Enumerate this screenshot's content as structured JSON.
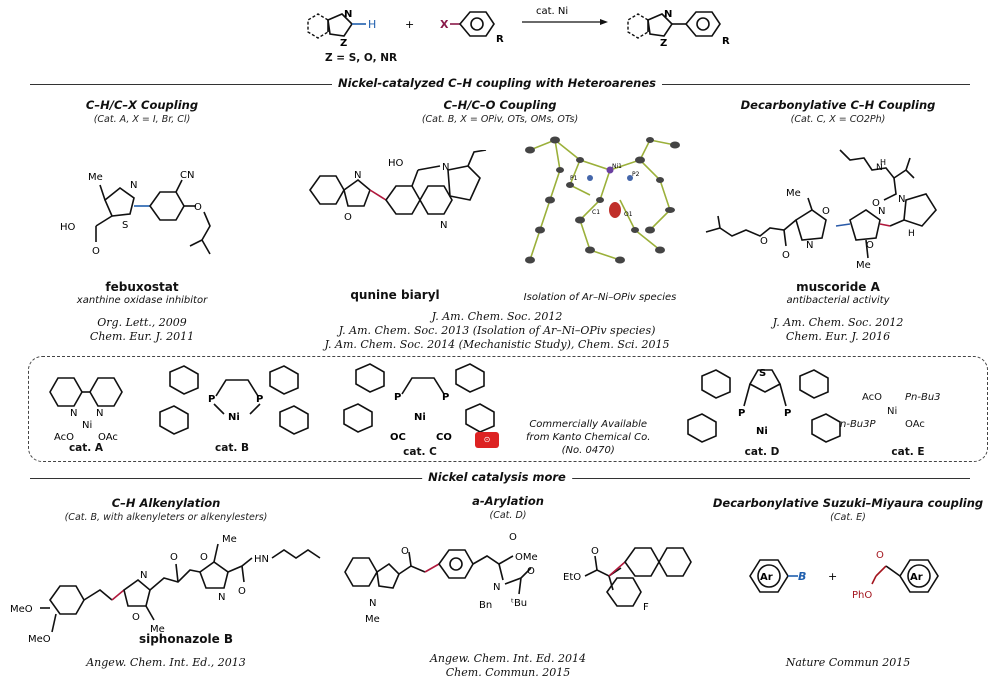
{
  "scheme": {
    "reagent_h": "H",
    "reagent_x": "X",
    "r_group": "R",
    "z_def": "Z = S, O, NR",
    "catalyst": "cat. Ni",
    "plus": "+"
  },
  "section1": {
    "title": "Nickel-catalyzed C–H coupling with Heteroarenes",
    "col1": {
      "heading": "C–H/C–X Coupling",
      "sub": "(Cat. A, X = I, Br, Cl)",
      "name": "febuxostat",
      "desc": "xanthine oxidase inhibitor",
      "ref1": "Org. Lett., 2009",
      "ref2": "Chem. Eur. J. 2011"
    },
    "col2": {
      "heading": "C–H/C–O Coupling",
      "sub": "(Cat. B, X = OPiv, OTs, OMs, OTs)",
      "name": "qunine biaryl",
      "xray_caption": "Isolation of Ar–Ni–OPiv species",
      "ref1": "J. Am. Chem. Soc. 2012",
      "ref2": "J. Am. Chem. Soc. 2013 (Isolation of Ar–Ni–OPiv species)",
      "ref3": "J. Am. Chem. Soc. 2014 (Mechanistic Study), Chem. Sci. 2015",
      "xray_labels": [
        "P1",
        "Ni1",
        "P2",
        "C1",
        "O1"
      ]
    },
    "col3": {
      "heading": "Decarbonylative C–H Coupling",
      "sub": "(Cat. C, X = CO2Ph)",
      "name": "muscoride A",
      "desc": "antibacterial activity",
      "ref1": "J. Am. Chem. Soc. 2012",
      "ref2": "Chem. Eur. J. 2016"
    }
  },
  "catalysts": {
    "a": "cat. A",
    "b": "cat. B",
    "c": "cat. C",
    "d": "cat. D",
    "e": "cat. E",
    "commercial": [
      "Commercially Available",
      "from Kanto Chemical Co.",
      "(No. 0470)"
    ],
    "e_ligands": [
      "AcO",
      "Pn-Bu3",
      "Ni",
      "n-Bu3P",
      "OAc"
    ]
  },
  "section2": {
    "title": "Nickel catalysis more",
    "col1": {
      "heading": "C–H Alkenylation",
      "sub": "(Cat. B, with alkenyleters or alkenylesters)",
      "name": "siphonazole B",
      "ref": "Angew. Chem. Int. Ed., 2013"
    },
    "col2": {
      "heading": "a-Arylation",
      "sub": "(Cat. D)",
      "ref1": "Angew. Chem. Int. Ed. 2014",
      "ref2": "Chem. Commun. 2015"
    },
    "col3": {
      "heading": "Decarbonylative Suzuki–Miyaura coupling",
      "sub": "(Cat. E)",
      "ref": "Nature Commun 2015"
    }
  },
  "colors": {
    "bond_accent": "#2a5aa8",
    "link_red": "#b0183c",
    "boron": "#1f5fae",
    "ester": "#a3151e"
  }
}
